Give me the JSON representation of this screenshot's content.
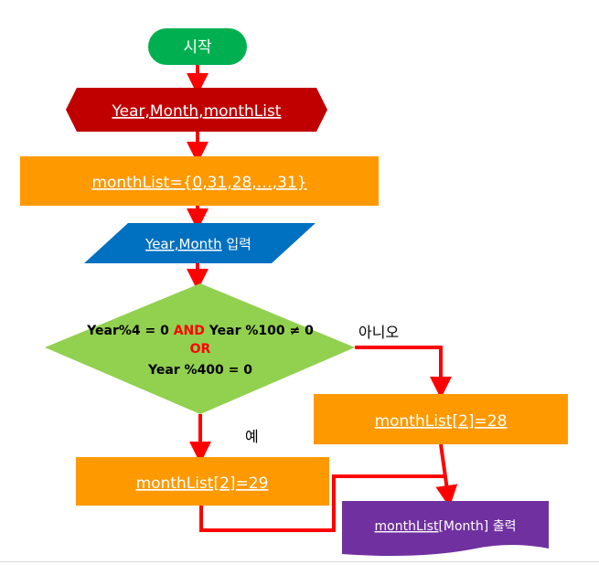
{
  "diagram": {
    "start": {
      "label": "시작"
    },
    "vars": {
      "label": "Year,Month,monthList"
    },
    "init": {
      "label": "monthList={0,31,28,…,31}"
    },
    "input": {
      "var_label": "Year,Month",
      "suffix": "입력"
    },
    "decision": {
      "line1_a": "Year%4 = 0 ",
      "line1_and": "AND",
      "line1_b": " Year %100 ≠ 0",
      "line2_or": "OR",
      "line3": "Year %400 = 0"
    },
    "no_label": "아니오",
    "yes_label": "예",
    "no_box": {
      "label": "monthList[2]=28"
    },
    "yes_box": {
      "label": "monthList[2]=29"
    },
    "output": {
      "var_label": "monthList",
      "rest": "[Month]",
      "suffix": "출력"
    },
    "colors": {
      "start": "#00b050",
      "vars": "#c00000",
      "process": "#ff9900",
      "input": "#0070c0",
      "decision": "#92d050",
      "output": "#7030a0",
      "arrow": "#ff0000"
    }
  }
}
